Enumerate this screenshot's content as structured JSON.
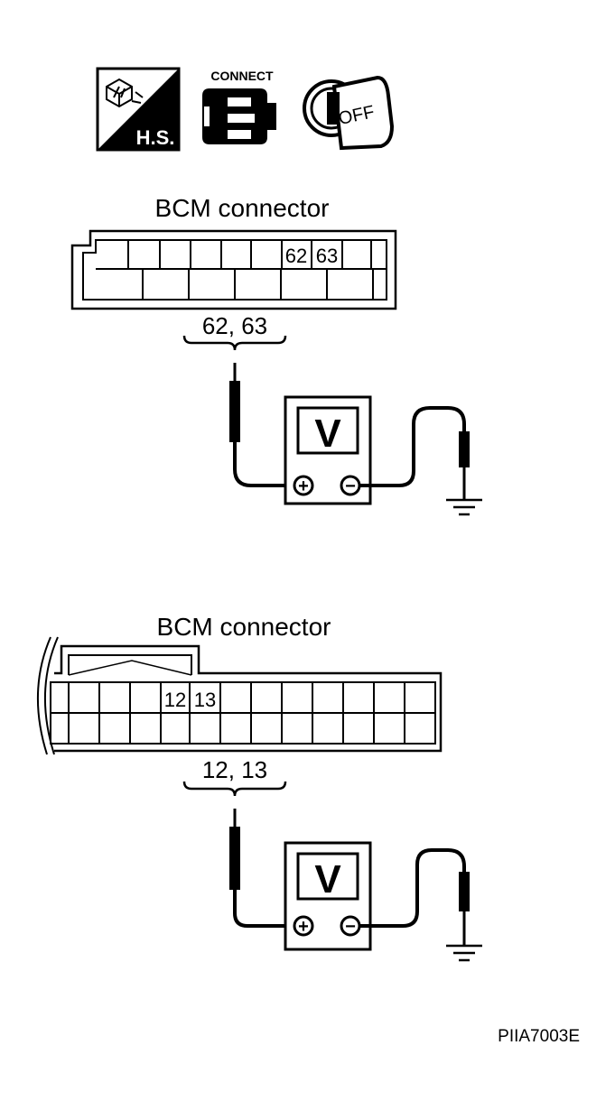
{
  "icons": {
    "hs_label": "H.S.",
    "connect_label": "CONNECT",
    "key_label": "OFF"
  },
  "diagram1": {
    "title": "BCM connector",
    "pin_a": "62",
    "pin_b": "63",
    "terminals": "62, 63",
    "meter_label": "V",
    "meter_plus": "+",
    "meter_minus": "−"
  },
  "diagram2": {
    "title": "BCM connector",
    "pin_a": "12",
    "pin_b": "13",
    "terminals": "12, 13",
    "meter_label": "V",
    "meter_plus": "+",
    "meter_minus": "−"
  },
  "figure_code": "PIIA7003E"
}
